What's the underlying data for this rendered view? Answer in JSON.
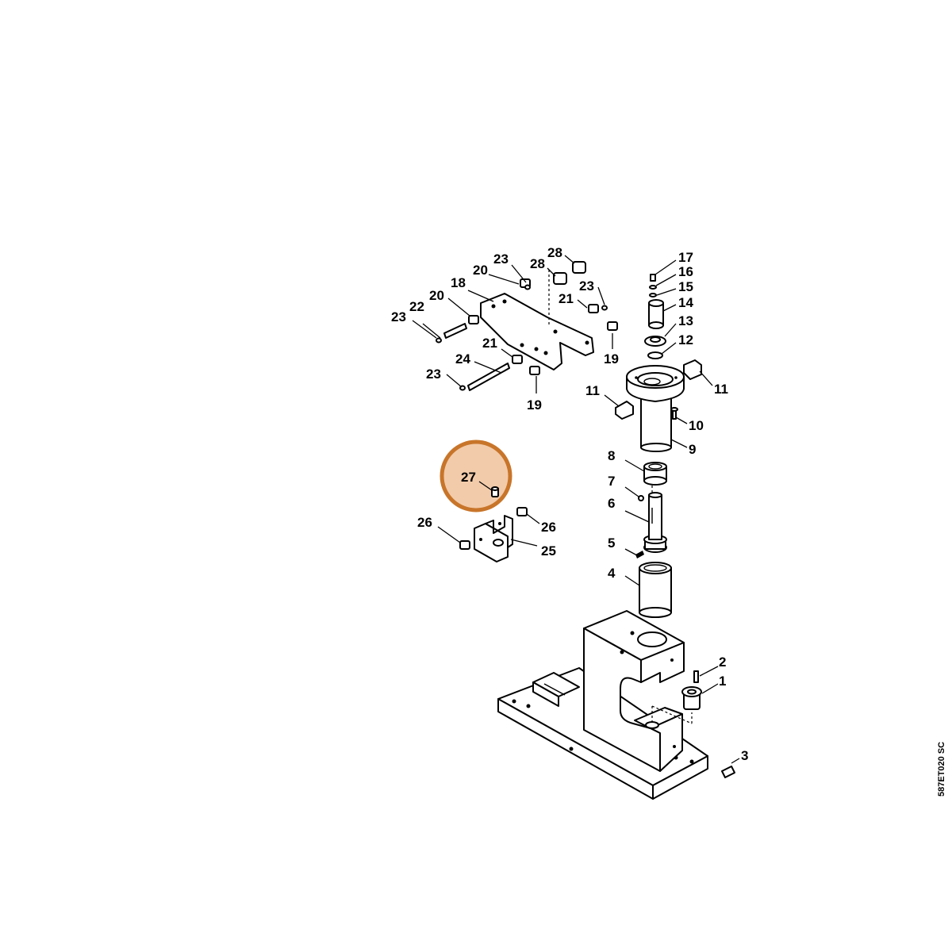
{
  "diagram": {
    "drawing_code": "587ET020 SC",
    "highlight_color": "#c8752a",
    "highlighted_part": "27",
    "callouts": [
      {
        "id": "c1",
        "label": "1"
      },
      {
        "id": "c2",
        "label": "2"
      },
      {
        "id": "c3",
        "label": "3"
      },
      {
        "id": "c4",
        "label": "4"
      },
      {
        "id": "c5",
        "label": "5"
      },
      {
        "id": "c6",
        "label": "6"
      },
      {
        "id": "c7",
        "label": "7"
      },
      {
        "id": "c8",
        "label": "8"
      },
      {
        "id": "c9",
        "label": "9"
      },
      {
        "id": "c10",
        "label": "10"
      },
      {
        "id": "c11a",
        "label": "11"
      },
      {
        "id": "c11b",
        "label": "11"
      },
      {
        "id": "c12",
        "label": "12"
      },
      {
        "id": "c13",
        "label": "13"
      },
      {
        "id": "c14",
        "label": "14"
      },
      {
        "id": "c15",
        "label": "15"
      },
      {
        "id": "c16",
        "label": "16"
      },
      {
        "id": "c17",
        "label": "17"
      },
      {
        "id": "c18",
        "label": "18"
      },
      {
        "id": "c19a",
        "label": "19"
      },
      {
        "id": "c19b",
        "label": "19"
      },
      {
        "id": "c20a",
        "label": "20"
      },
      {
        "id": "c20b",
        "label": "20"
      },
      {
        "id": "c21a",
        "label": "21"
      },
      {
        "id": "c21b",
        "label": "21"
      },
      {
        "id": "c22",
        "label": "22"
      },
      {
        "id": "c23a",
        "label": "23"
      },
      {
        "id": "c23b",
        "label": "23"
      },
      {
        "id": "c23c",
        "label": "23"
      },
      {
        "id": "c23d",
        "label": "23"
      },
      {
        "id": "c24",
        "label": "24"
      },
      {
        "id": "c25",
        "label": "25"
      },
      {
        "id": "c26a",
        "label": "26"
      },
      {
        "id": "c26b",
        "label": "26"
      },
      {
        "id": "c27",
        "label": "27"
      },
      {
        "id": "c28a",
        "label": "28"
      },
      {
        "id": "c28b",
        "label": "28"
      }
    ]
  }
}
